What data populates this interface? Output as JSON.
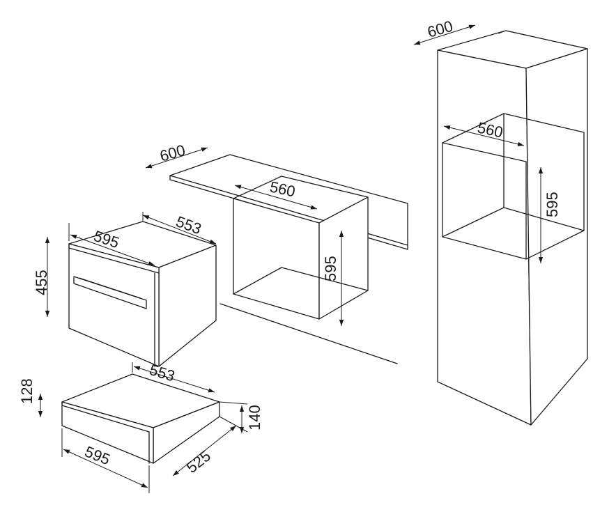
{
  "colors": {
    "line": "#1a1a1a",
    "background": "#ffffff"
  },
  "oven": {
    "height_label": "455",
    "width_label": "595",
    "depth_label": "553"
  },
  "drawer": {
    "front_height_label": "128",
    "total_height_label": "140",
    "width_label": "595",
    "depth_label": "553",
    "recess_depth_label": "525"
  },
  "under_counter_niche": {
    "counter_depth_label": "600",
    "niche_width_label": "560",
    "niche_height_label": "595"
  },
  "tall_cabinet": {
    "cabinet_depth_label": "600",
    "niche_width_label": "560",
    "niche_height_label": "595"
  }
}
